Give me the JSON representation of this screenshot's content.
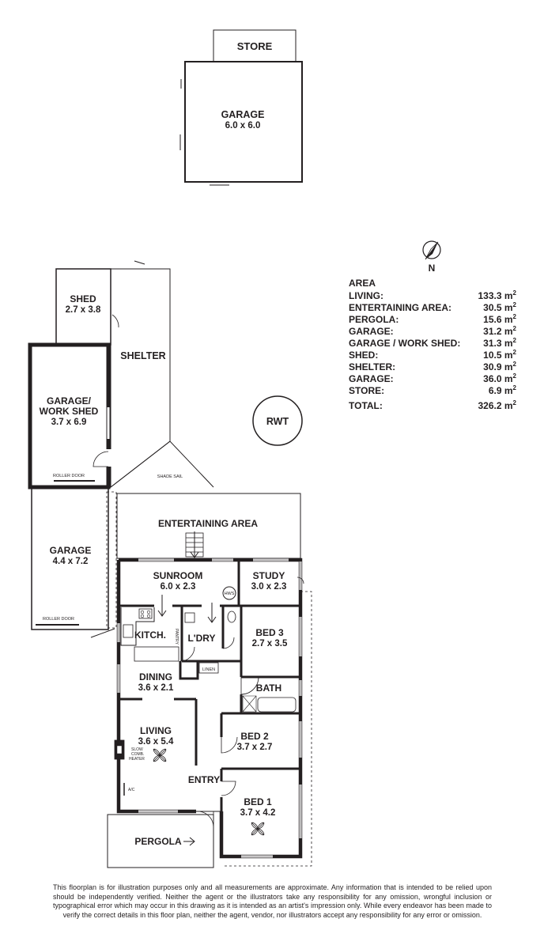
{
  "rooms": {
    "store": {
      "name": "STORE"
    },
    "garage_top": {
      "name": "GARAGE",
      "dims": "6.0 x 6.0"
    },
    "shed": {
      "name": "SHED",
      "dims": "2.7 x 3.8"
    },
    "shelter": {
      "name": "SHELTER"
    },
    "work_shed": {
      "name_line1": "GARAGE/",
      "name_line2": "WORK SHED",
      "dims": "3.7 x 6.9"
    },
    "garage_left": {
      "name": "GARAGE",
      "dims": "4.4 x 7.2"
    },
    "rwt": {
      "name": "RWT"
    },
    "entertaining": {
      "name": "ENTERTAINING AREA"
    },
    "sunroom": {
      "name": "SUNROOM",
      "dims": "6.0 x 2.3"
    },
    "study": {
      "name": "STUDY",
      "dims": "3.0 x 2.3"
    },
    "kitchen": {
      "name": "KITCH."
    },
    "laundry": {
      "name": "L'DRY"
    },
    "bed3": {
      "name": "BED 3",
      "dims": "2.7 x 3.5"
    },
    "dining": {
      "name": "DINING",
      "dims": "3.6 x 2.1"
    },
    "bath": {
      "name": "BATH"
    },
    "living": {
      "name": "LIVING",
      "dims": "3.6 x 5.4"
    },
    "bed2": {
      "name": "BED 2",
      "dims": "3.7 x 2.7"
    },
    "entry": {
      "name": "ENTRY"
    },
    "bed1": {
      "name": "BED 1",
      "dims": "3.7 x 4.2"
    },
    "pergola": {
      "name": "PERGOLA"
    }
  },
  "small_labels": {
    "roller_door": "ROLLER DOOR",
    "shade_sail": "SHADE SAIL",
    "hws": "HWS",
    "pantry": "PANTRY",
    "linen": "LINEN",
    "heater_line1": "SLOW",
    "heater_line2": "COMB.",
    "heater_line3": "HEATER",
    "ac": "A/C"
  },
  "compass": {
    "label": "N"
  },
  "area_table": {
    "title": "AREA",
    "unit": "m",
    "unit_sup": "2",
    "rows": [
      {
        "label": "LIVING:",
        "value": "133.3"
      },
      {
        "label": "ENTERTAINING AREA:",
        "value": "30.5"
      },
      {
        "label": "PERGOLA:",
        "value": "15.6"
      },
      {
        "label": "GARAGE:",
        "value": "31.2"
      },
      {
        "label": "GARAGE / WORK SHED:",
        "value": "31.3"
      },
      {
        "label": "SHED:",
        "value": "10.5"
      },
      {
        "label": "SHELTER:",
        "value": "30.9"
      },
      {
        "label": "GARAGE:",
        "value": "36.0"
      },
      {
        "label": "STORE:",
        "value": "6.9"
      }
    ],
    "total_label": "TOTAL:",
    "total_value": "326.2"
  },
  "disclaimer": "This floorplan is for illustration purposes only and all measurements are approximate. Any information that is intended to be relied upon should be independently verified. Neither the agent or the illustrators take any responsibility for any omission, wrongful inclusion or typographical error which may occur in this drawing as it is intended as an artist's impression only. While every endeavor has been made to verify the correct details in this floor plan, neither the agent, vendor, nor illustrators accept any responsibility for any error or omission."
}
